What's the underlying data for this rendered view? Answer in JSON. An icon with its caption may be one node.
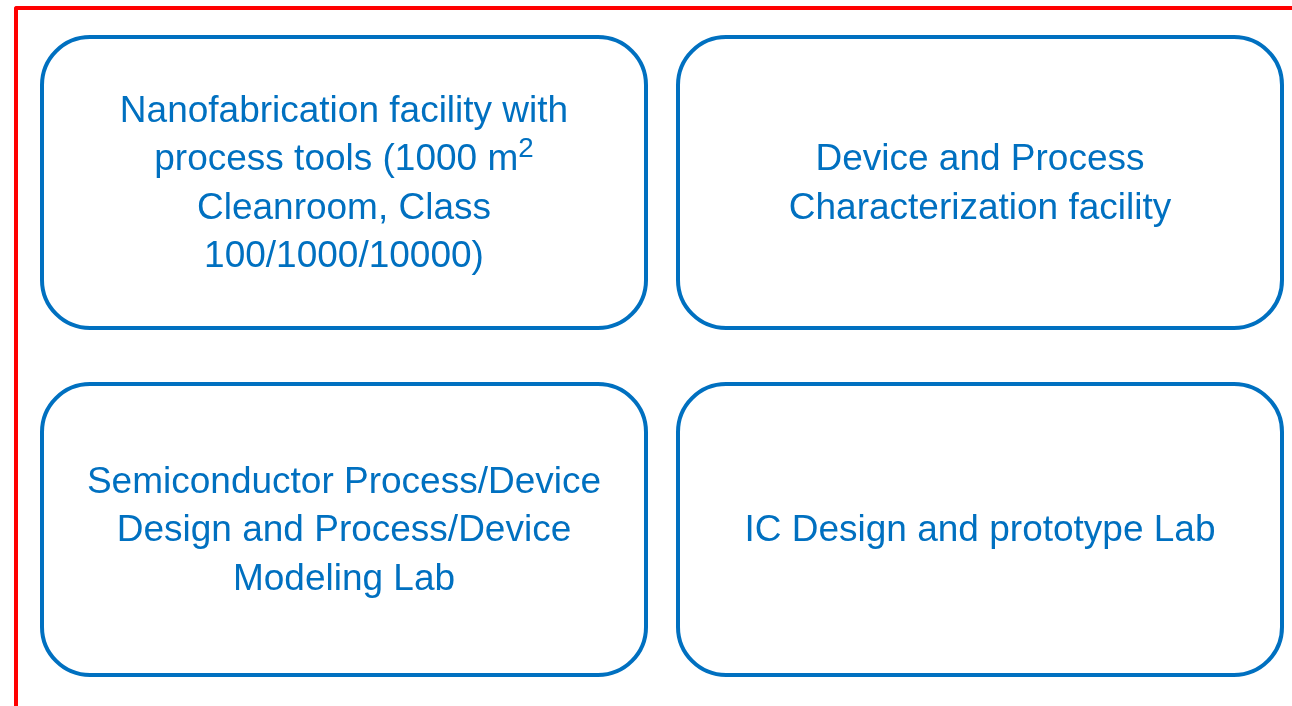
{
  "diagram": {
    "nodes": [
      {
        "text": [
          "Nanofabrication facility with process tools (1000 m$^{2}$ Cleanroom, Class 100/1000/10000)"
        ]
      },
      {
        "text": [
          "Device and Process Characterization facility"
        ]
      },
      {
        "text": [
          "Semiconductor Process/Device Design and Process/Device Modeling Lab"
        ]
      },
      {
        "text": [
          "IC Design and prototype Lab"
        ]
      }
    ]
  }
}
